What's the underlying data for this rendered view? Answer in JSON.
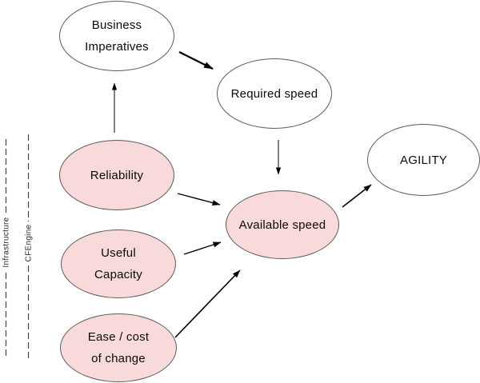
{
  "diagram": {
    "nodes": {
      "business_imperatives": {
        "lines": [
          "Business",
          "Imperatives"
        ],
        "fill": "white"
      },
      "required_speed": {
        "lines": [
          "Required speed"
        ],
        "fill": "white"
      },
      "agility": {
        "lines": [
          "AGILITY"
        ],
        "fill": "white"
      },
      "reliability": {
        "lines": [
          "Reliability"
        ],
        "fill": "pink"
      },
      "useful_capacity": {
        "lines": [
          "Useful",
          "Capacity"
        ],
        "fill": "pink"
      },
      "ease_cost_of_change": {
        "lines": [
          "Ease / cost",
          "of change"
        ],
        "fill": "pink"
      },
      "available_speed": {
        "lines": [
          "Available speed"
        ],
        "fill": "pink"
      }
    },
    "side_labels": {
      "infrastructure": "Infrastructure",
      "cfengine": "CFEngine"
    },
    "edges": [
      {
        "from": "Reliability",
        "to": "Business Imperatives"
      },
      {
        "from": "Business Imperatives",
        "to": "Required speed"
      },
      {
        "from": "Required speed",
        "to": "Available speed"
      },
      {
        "from": "Reliability",
        "to": "Available speed"
      },
      {
        "from": "Useful Capacity",
        "to": "Available speed"
      },
      {
        "from": "Ease / cost of change",
        "to": "Available speed"
      },
      {
        "from": "Available speed",
        "to": "AGILITY"
      }
    ],
    "colors": {
      "node_fill_pink": "#f8dada",
      "node_fill_white": "#ffffff",
      "node_border": "#5a5a5a",
      "arrow": "#000000",
      "boundary_line": "#444444",
      "text": "#0a0a0a"
    }
  }
}
